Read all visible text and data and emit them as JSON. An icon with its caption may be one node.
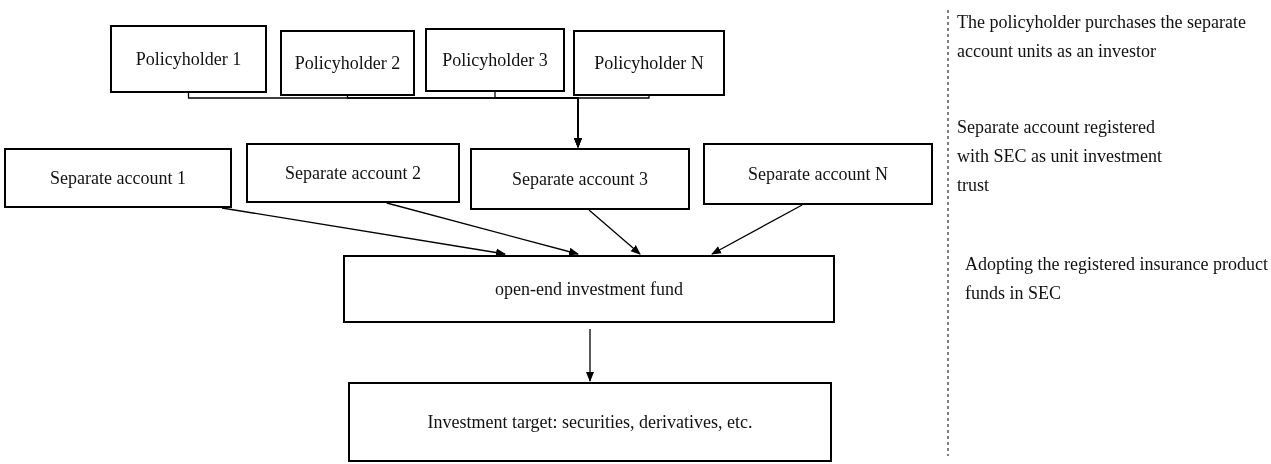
{
  "diagram": {
    "nodes": [
      {
        "text": [
          "Policyholder 1"
        ]
      },
      {
        "text": [
          "Policyholder 2"
        ]
      },
      {
        "text": [
          "Policyholder 3"
        ]
      },
      {
        "text": [
          "Policyholder N"
        ]
      },
      {
        "text": [
          "Separate account 1"
        ]
      },
      {
        "text": [
          "Separate account 2"
        ]
      },
      {
        "text": [
          "Separate account 3"
        ]
      },
      {
        "text": [
          "Separate account N"
        ]
      },
      {
        "text": [
          "open-end investment fund"
        ]
      },
      {
        "text": [
          "Investment target: securities, derivatives, etc."
        ]
      }
    ],
    "edges": [
      {
        "from": 0,
        "to": 6,
        "arrow": "to"
      },
      {
        "from": 1,
        "to": 6,
        "arrow": "to"
      },
      {
        "from": 2,
        "to": 6,
        "arrow": "to"
      },
      {
        "from": 3,
        "to": 6,
        "arrow": "to"
      },
      {
        "from": 4,
        "to": 8,
        "arrow": "to"
      },
      {
        "from": 5,
        "to": 8,
        "arrow": "to"
      },
      {
        "from": 6,
        "to": 8,
        "arrow": "to"
      },
      {
        "from": 7,
        "to": 8,
        "arrow": "to"
      },
      {
        "from": 8,
        "to": 9,
        "arrow": "to"
      }
    ],
    "labels": [
      "The policyholder purchases the separate account units as an investor",
      "Separate account registered with SEC as unit investment trust",
      "Adopting the registered insurance product funds in SEC"
    ]
  }
}
